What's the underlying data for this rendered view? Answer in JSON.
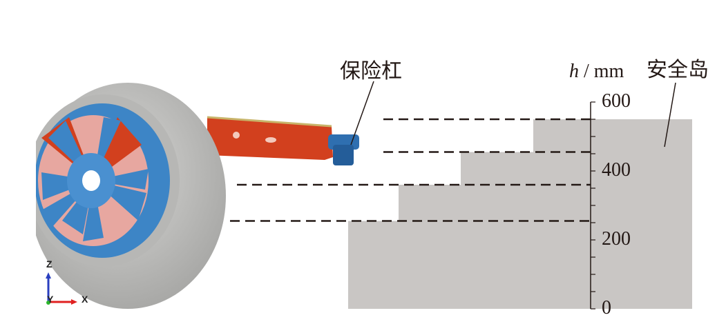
{
  "labels": {
    "bumper": "保险杠",
    "island": "安全岛",
    "axis_var": "h",
    "axis_unit": " / mm"
  },
  "axis": {
    "min": 0,
    "max": 600,
    "major_ticks": [
      "0",
      "200",
      "400",
      "600"
    ],
    "minor_step": 50
  },
  "steps_mm": [
    550,
    455,
    360,
    255
  ],
  "coord_axes": {
    "z": "Z",
    "y": "Y",
    "x": "X"
  },
  "colors": {
    "island": "#c9c6c4",
    "tire": "#c4c4c2",
    "rim": "#3d85c6",
    "beam": "#d2401e",
    "dash": "#231815"
  }
}
